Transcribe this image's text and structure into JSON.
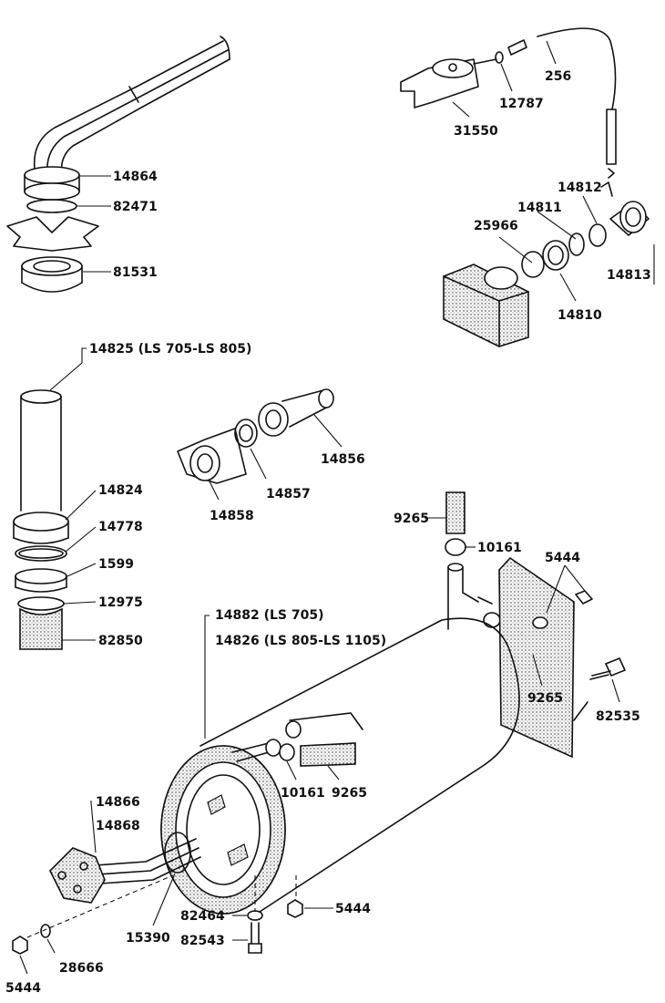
{
  "labels": {
    "p14864": "14864",
    "p82471": "82471",
    "p81531": "81531",
    "p31550": "31550",
    "p12787": "12787",
    "p256": "256",
    "p14812": "14812",
    "p14811": "14811",
    "p25966": "25966",
    "p14813": "14813",
    "p14810": "14810",
    "p14825": "14825 (LS 705-LS 805)",
    "p14824": "14824",
    "p14778": "14778",
    "p1599": "1599",
    "p12975": "12975",
    "p82850": "82850",
    "p14856": "14856",
    "p14857": "14857",
    "p14858": "14858",
    "p9265a": "9265",
    "p10161a": "10161",
    "p5444a": "5444",
    "p14882": "14882 (LS 705)",
    "p14826": "14826 (LS 805-LS 1105)",
    "p9265b": "9265",
    "p82535": "82535",
    "p10161b": "10161",
    "p9265c": "9265",
    "p14866": "14866",
    "p14868": "14868",
    "p15390": "15390",
    "p82464": "82464",
    "p82543": "82543",
    "p5444b": "5444",
    "p28666": "28666",
    "p5444c": "5444"
  }
}
